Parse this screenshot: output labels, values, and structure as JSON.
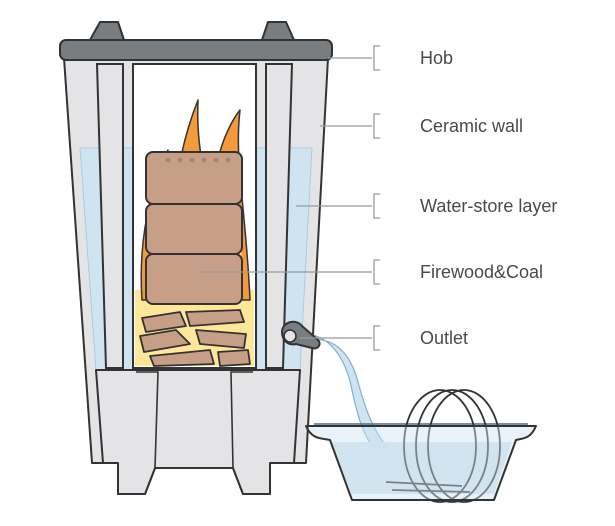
{
  "labels": {
    "hob": "Hob",
    "ceramic_wall": "Ceramic wall",
    "water_store_layer": "Water-store layer",
    "firewood_coal": "Firewood&Coal",
    "outlet": "Outlet"
  },
  "colors": {
    "outline": "#333333",
    "ceramic": "#e4e4e6",
    "hob": "#7a7d80",
    "water": "#cfe3f0",
    "water_edge": "#a9cde2",
    "fire_orange": "#f39a3a",
    "fire_yellow": "#ffe79a",
    "wood": "#c79f86",
    "wood_dark": "#a98672",
    "leader": "#9a9a9a",
    "text": "#4a4a4a"
  }
}
